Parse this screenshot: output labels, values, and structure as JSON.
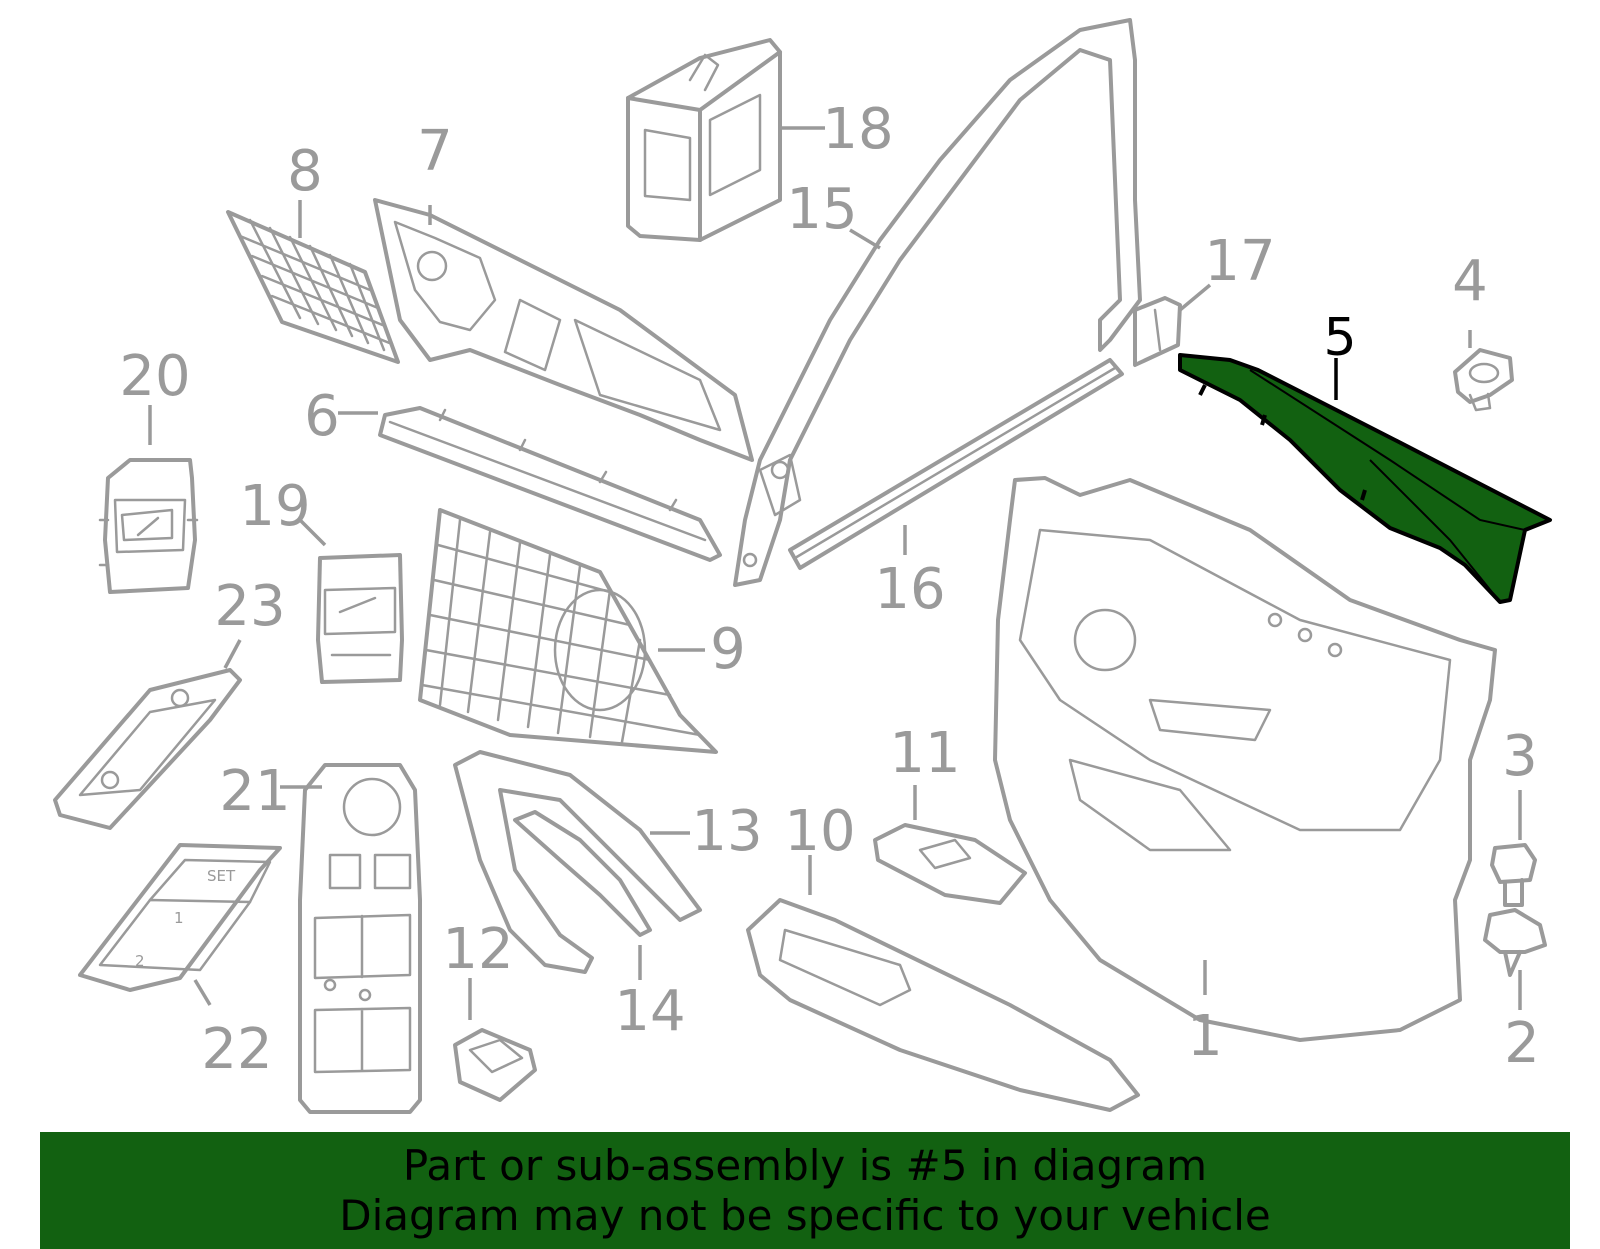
{
  "diagram": {
    "highlight_color": "#126111",
    "callouts": {
      "c1": "1",
      "c2": "2",
      "c3": "3",
      "c4": "4",
      "c5": "5",
      "c6": "6",
      "c7": "7",
      "c8": "8",
      "c9": "9",
      "c10": "10",
      "c11": "11",
      "c12": "12",
      "c13": "13",
      "c14": "14",
      "c15": "15",
      "c16": "16",
      "c17": "17",
      "c18": "18",
      "c19": "19",
      "c20": "20",
      "c21": "21",
      "c22": "22",
      "c23": "23"
    },
    "switch_labels": {
      "set": "SET",
      "one": "1",
      "two": "2"
    }
  },
  "banner": {
    "line1": "Part or sub-assembly is #5 in diagram",
    "line2": "Diagram may not be specific to your vehicle"
  }
}
